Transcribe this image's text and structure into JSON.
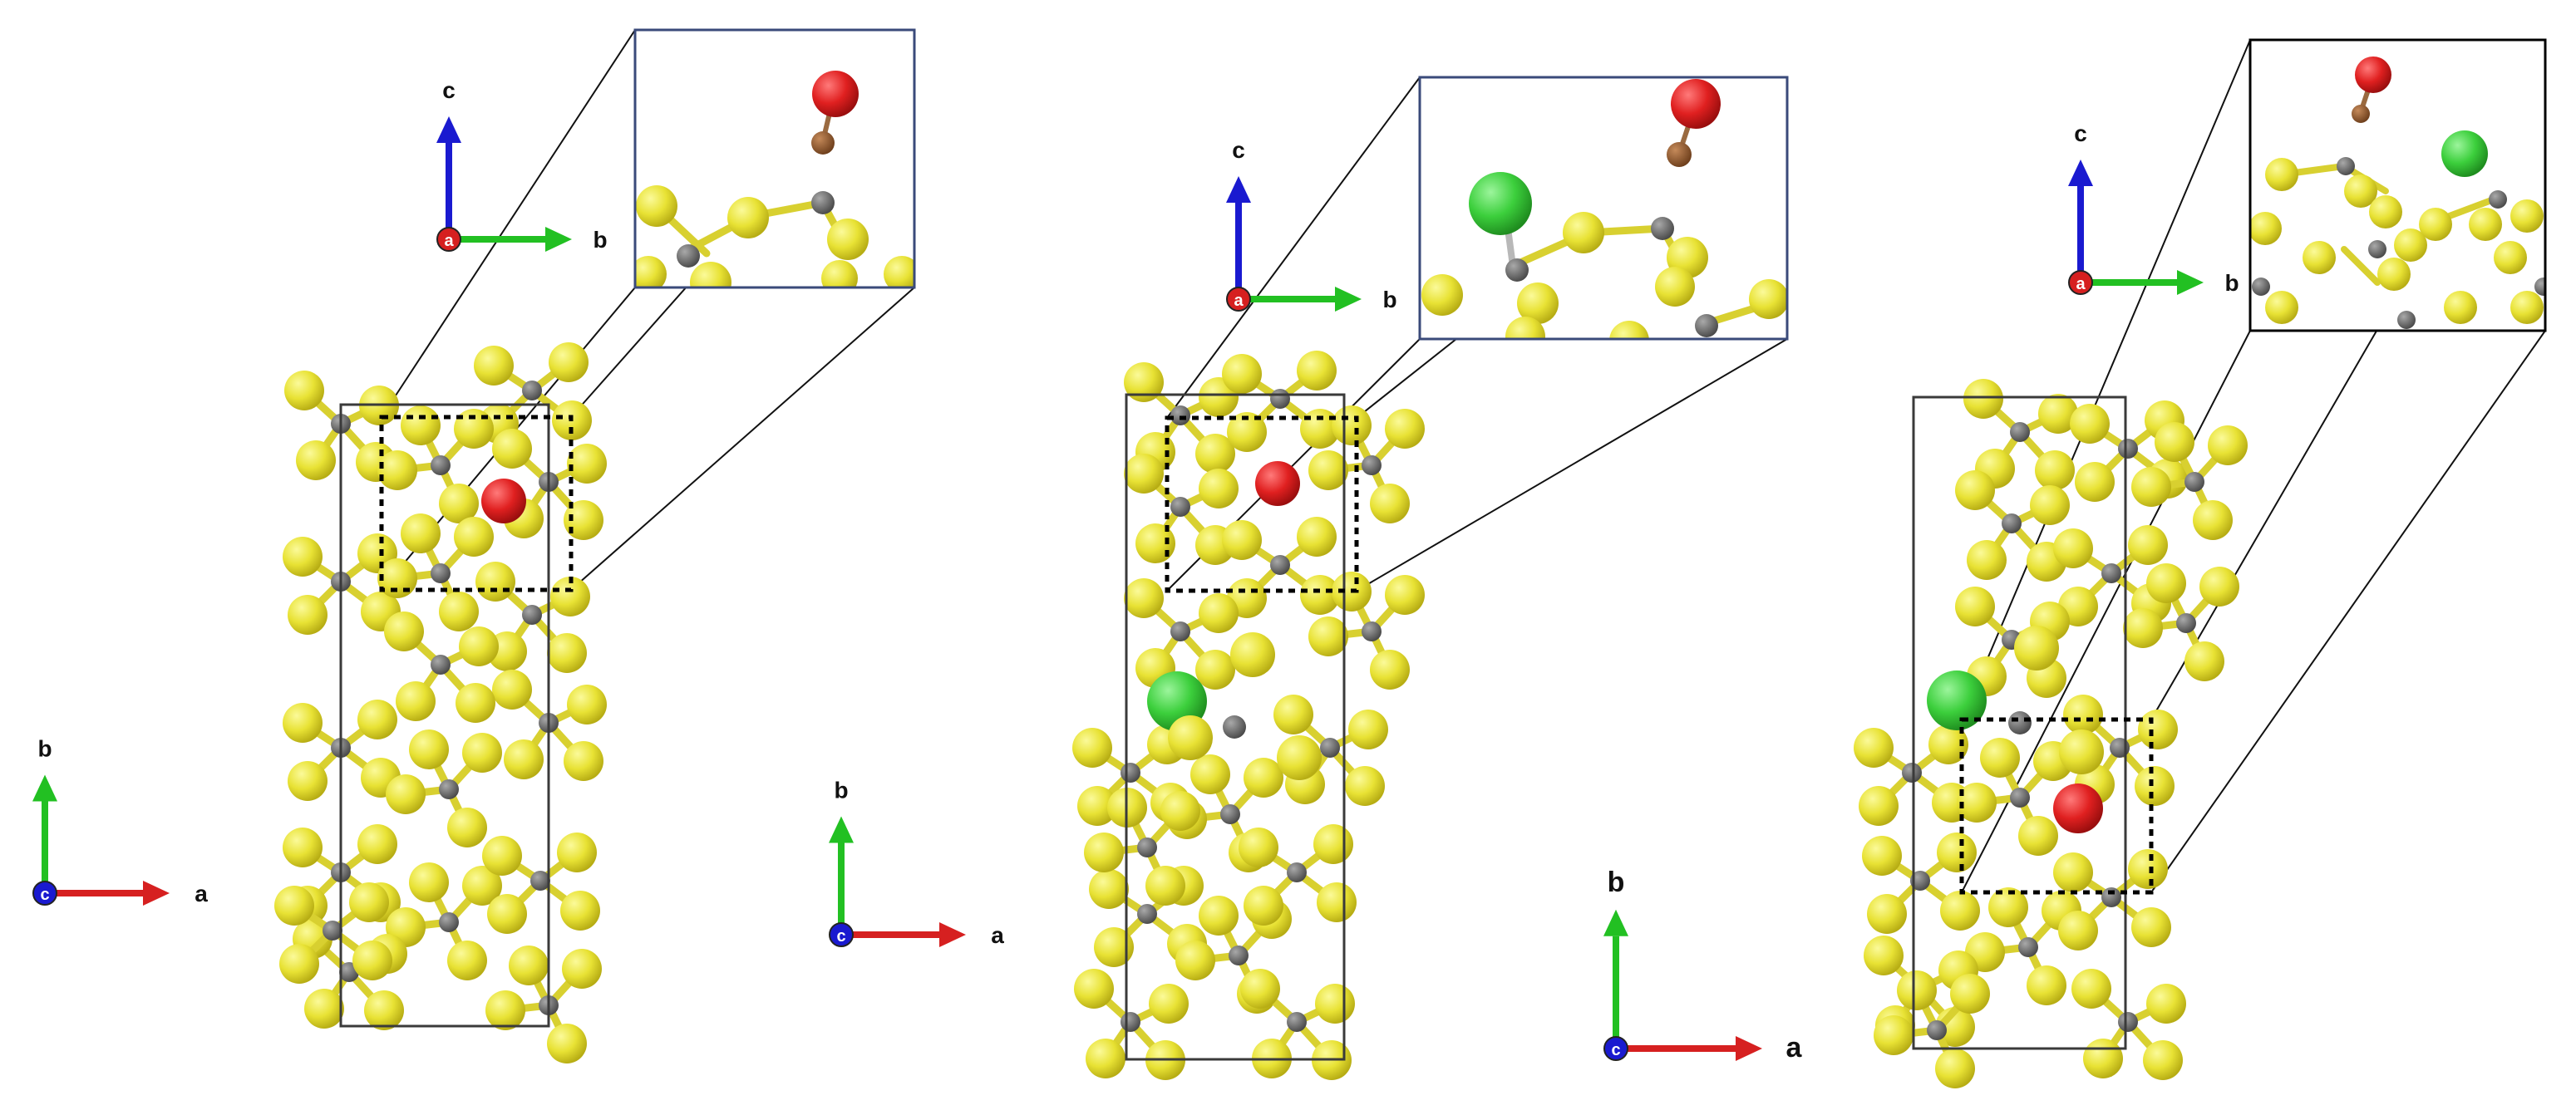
{
  "axis_labels": {
    "a": "a",
    "b": "b",
    "c": "c"
  },
  "colors": {
    "sulfur": "#e8e234",
    "phosphorus": "#6b6b6b",
    "oxygen": "#e02020",
    "hydrogen": "#8a5630",
    "chlorine": "#3ccf3c",
    "axis_a": "#d62020",
    "axis_b": "#22c022",
    "axis_c": "#1a1ad0",
    "cell_frame": "#3a3a3a"
  },
  "panels": [
    {
      "id": "left",
      "has_chlorine": false,
      "inset_frame_color": "#3a4a7a"
    },
    {
      "id": "middle",
      "has_chlorine": true,
      "inset_frame_color": "#3a4a7a"
    },
    {
      "id": "right",
      "has_chlorine": true,
      "inset_frame_color": "#000000"
    }
  ]
}
